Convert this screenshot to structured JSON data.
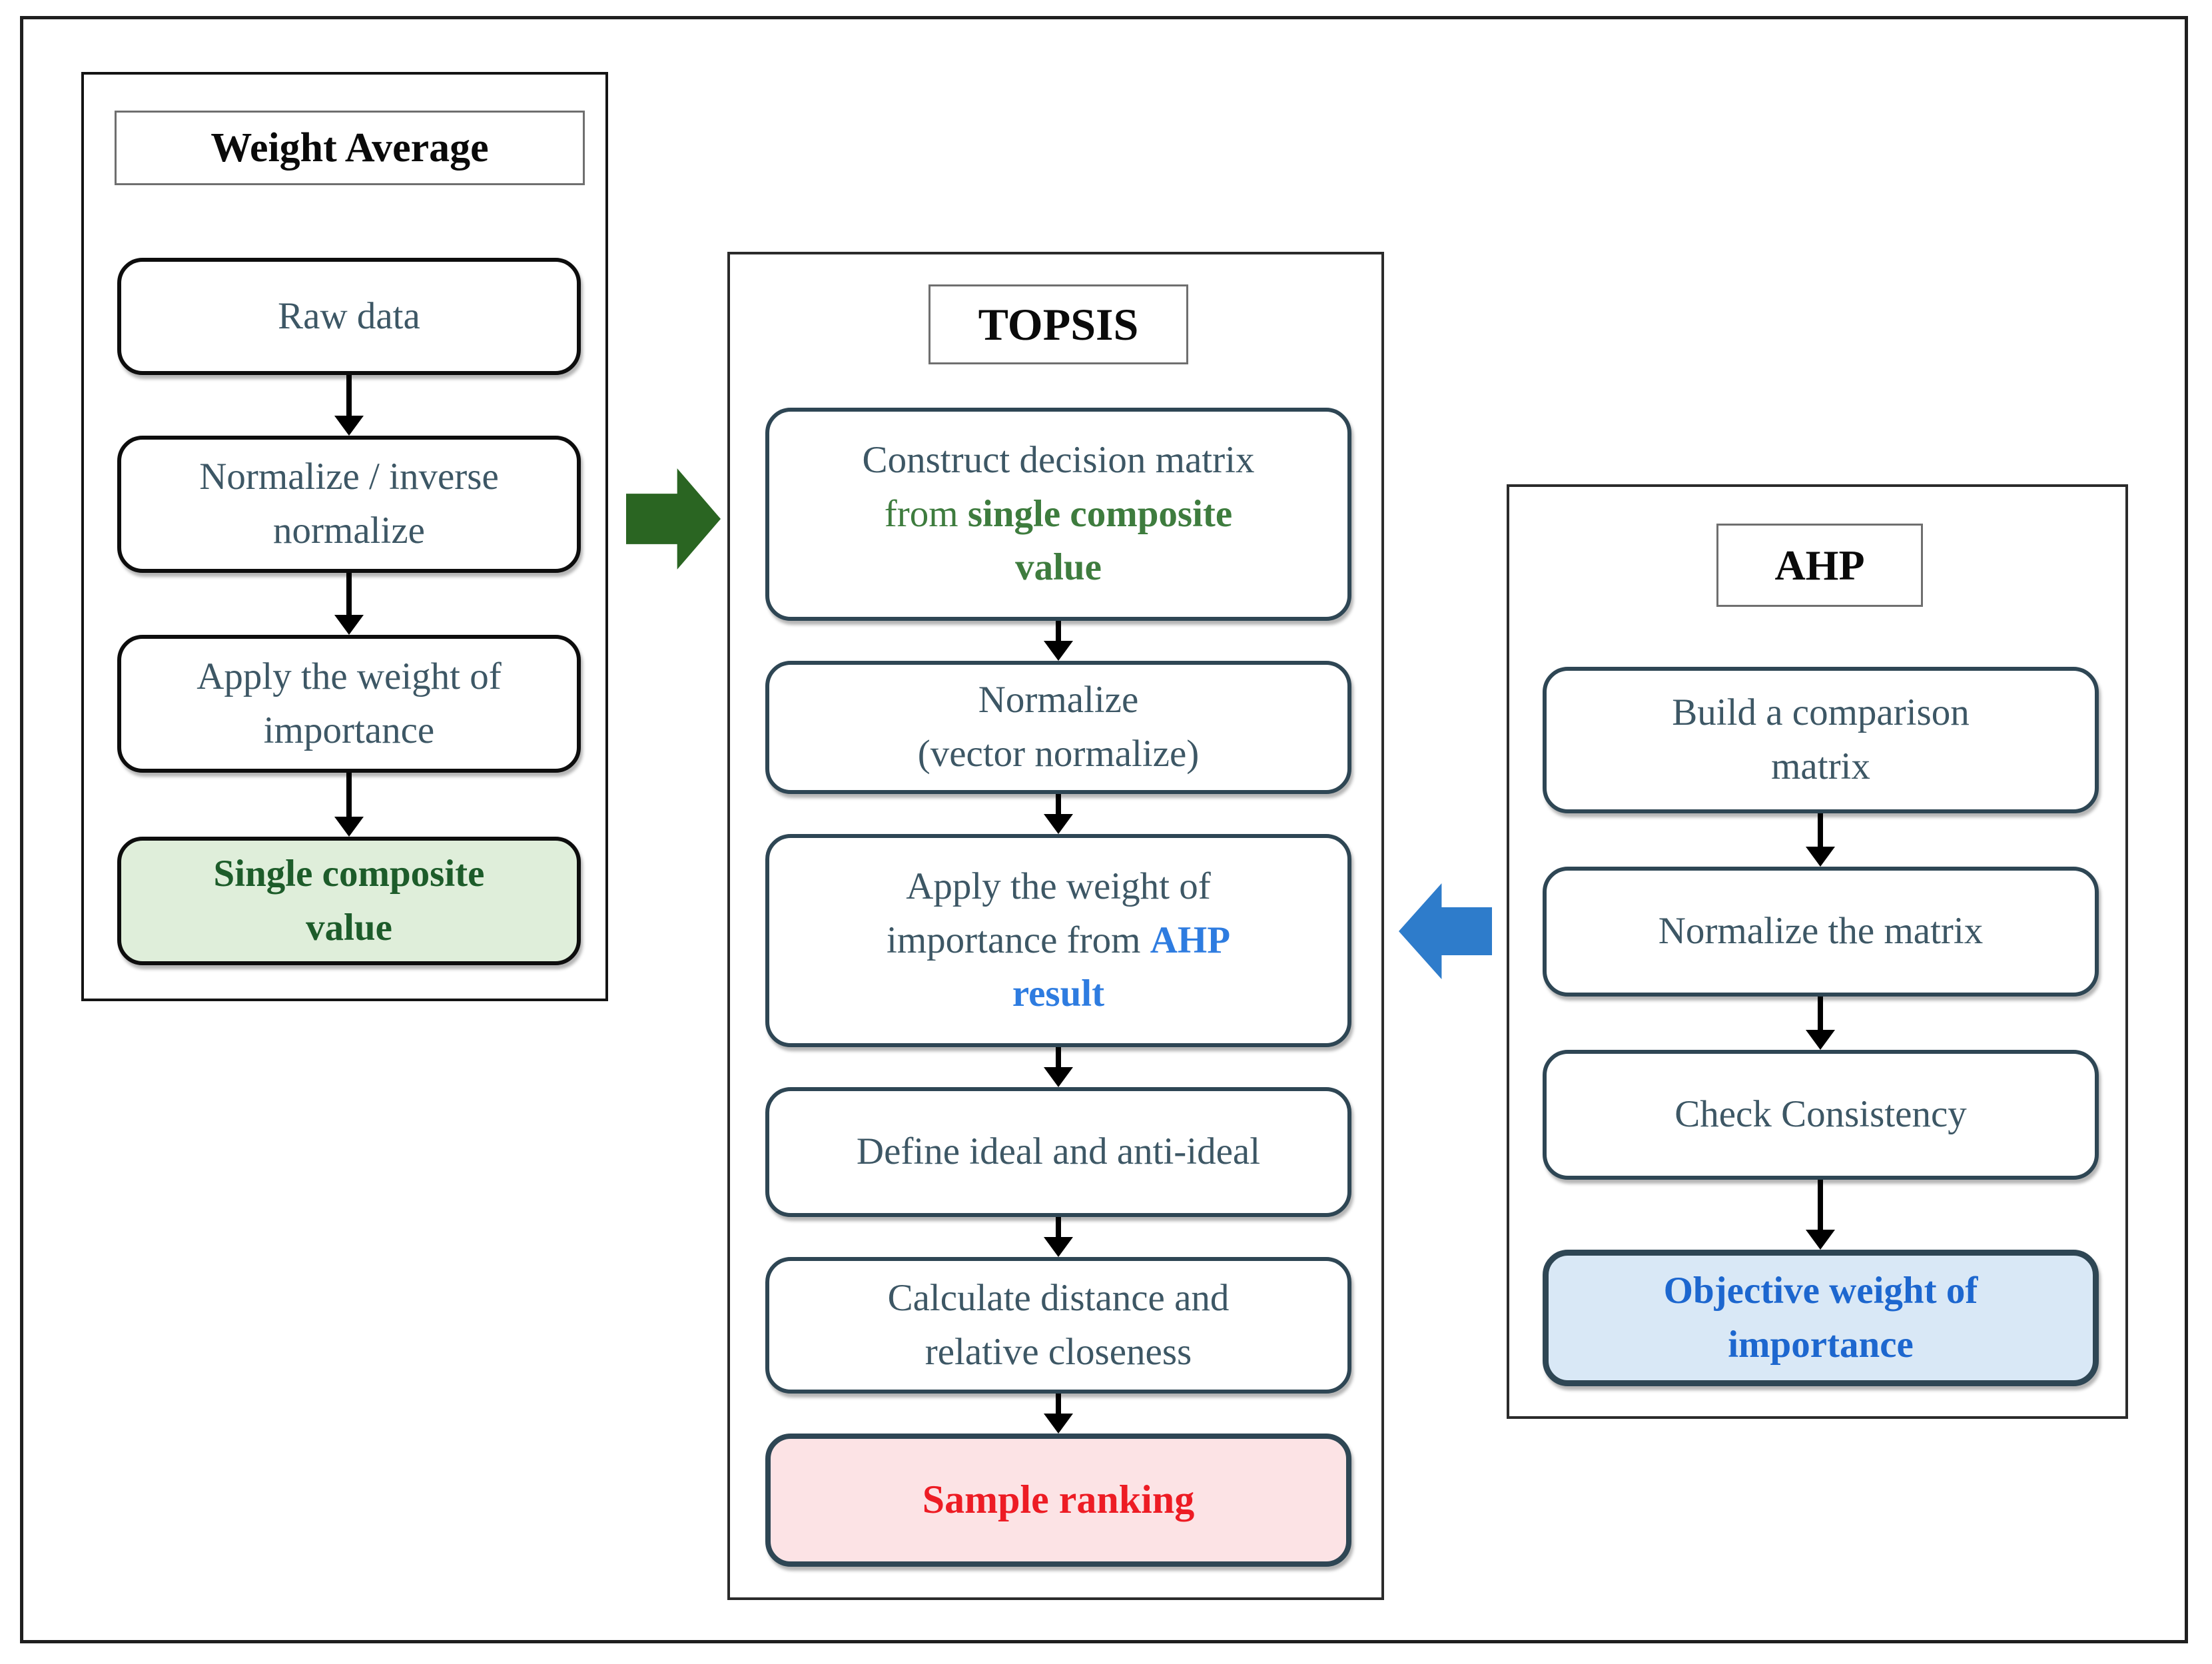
{
  "figure": {
    "panels": [
      {
        "id": "weight-average",
        "title": "Weight Average",
        "boxes": [
          {
            "text": "Raw data"
          },
          {
            "text": "Normalize / inverse\nnormalize"
          },
          {
            "text": "Apply the weight of\nimportance"
          },
          {
            "text": "Single composite\nvalue",
            "style": "green-highlight"
          }
        ]
      },
      {
        "id": "topsis",
        "title": "TOPSIS",
        "boxes": [
          {
            "parts": [
              "Construct decision matrix",
              "from ",
              "single composite",
              "value"
            ]
          },
          {
            "text": "Normalize\n(vector normalize)"
          },
          {
            "parts": [
              "Apply the weight of",
              "importance from ",
              "AHP",
              "result"
            ]
          },
          {
            "text": "Define ideal and anti-ideal"
          },
          {
            "text": "Calculate distance and\nrelative closeness"
          },
          {
            "text": "Sample ranking",
            "style": "red-highlight"
          }
        ]
      },
      {
        "id": "ahp",
        "title": "AHP",
        "boxes": [
          {
            "text": "Build a comparison\nmatrix"
          },
          {
            "text": "Normalize the matrix"
          },
          {
            "text": "Check Consistency"
          },
          {
            "text": "Objective weight of\nimportance",
            "style": "blue-highlight"
          }
        ]
      }
    ],
    "connectors": [
      {
        "name": "weight-average-to-topsis",
        "type": "block-arrow-right",
        "color": "#2a6522"
      },
      {
        "name": "ahp-to-topsis",
        "type": "block-arrow-left",
        "color": "#2e7ccb"
      }
    ],
    "colors": {
      "slate_text": "#3d5765",
      "slate_border": "#2e4654",
      "black_border": "#0d0d0d",
      "green_text": "#3e7c3e",
      "green_box_bg": "#dfeeda",
      "green_box_text": "#1d5c2a",
      "blue_text": "#2e7ce0",
      "blue_box_bg": "#d9e8f6",
      "blue_box_text": "#1d67cf",
      "red_text": "#ed1c24",
      "red_box_bg": "#fce3e5",
      "green_arrow": "#2a6522",
      "blue_arrow": "#2e7ccb"
    }
  }
}
